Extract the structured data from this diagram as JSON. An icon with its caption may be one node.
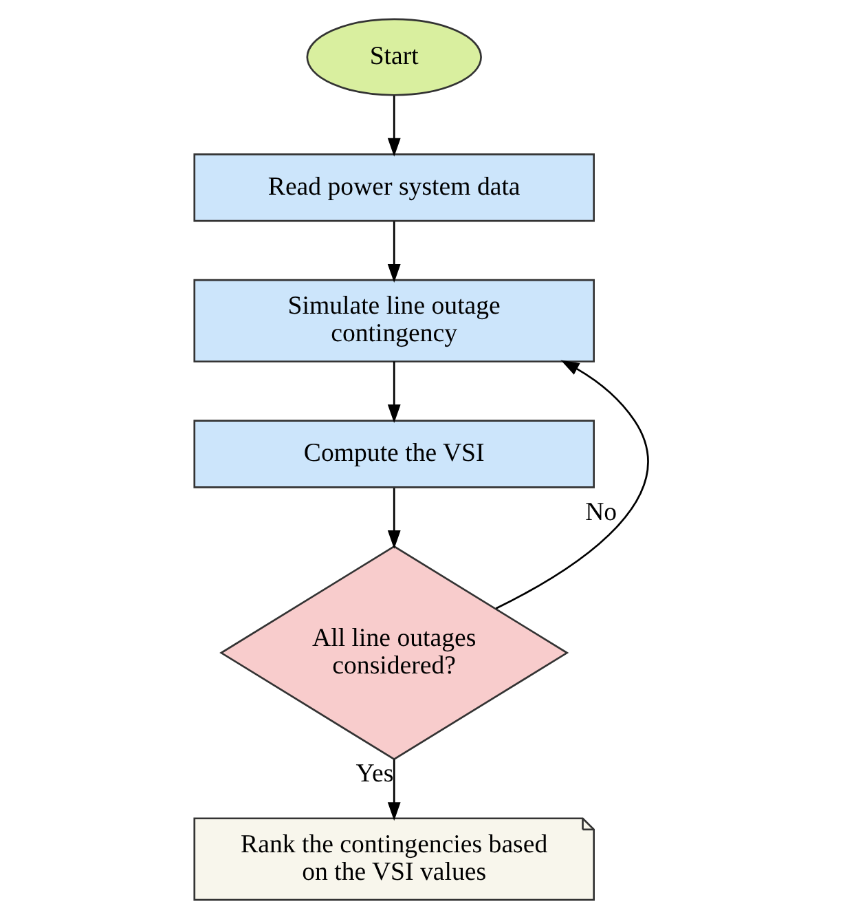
{
  "diagram": {
    "nodes": [
      {
        "text": [
          "Start"
        ]
      },
      {
        "text": [
          "Read power system data"
        ]
      },
      {
        "text": [
          "Simulate line outage contingency"
        ]
      },
      {
        "text": [
          "Compute the VSI"
        ]
      },
      {
        "text": [
          "All line outages considered?"
        ]
      },
      {
        "text": [
          "Rank the contingencies based on the VSI values"
        ]
      }
    ],
    "edges": [
      {
        "from": 0,
        "to": 1,
        "arrow": "to"
      },
      {
        "from": 1,
        "to": 2,
        "arrow": "to"
      },
      {
        "from": 2,
        "to": 3,
        "arrow": "to"
      },
      {
        "from": 3,
        "to": 4,
        "arrow": "to"
      },
      {
        "from": 4,
        "to": 2,
        "arrow": "to",
        "label": "No"
      },
      {
        "from": 4,
        "to": 5,
        "arrow": "to",
        "label": "Yes"
      }
    ]
  }
}
